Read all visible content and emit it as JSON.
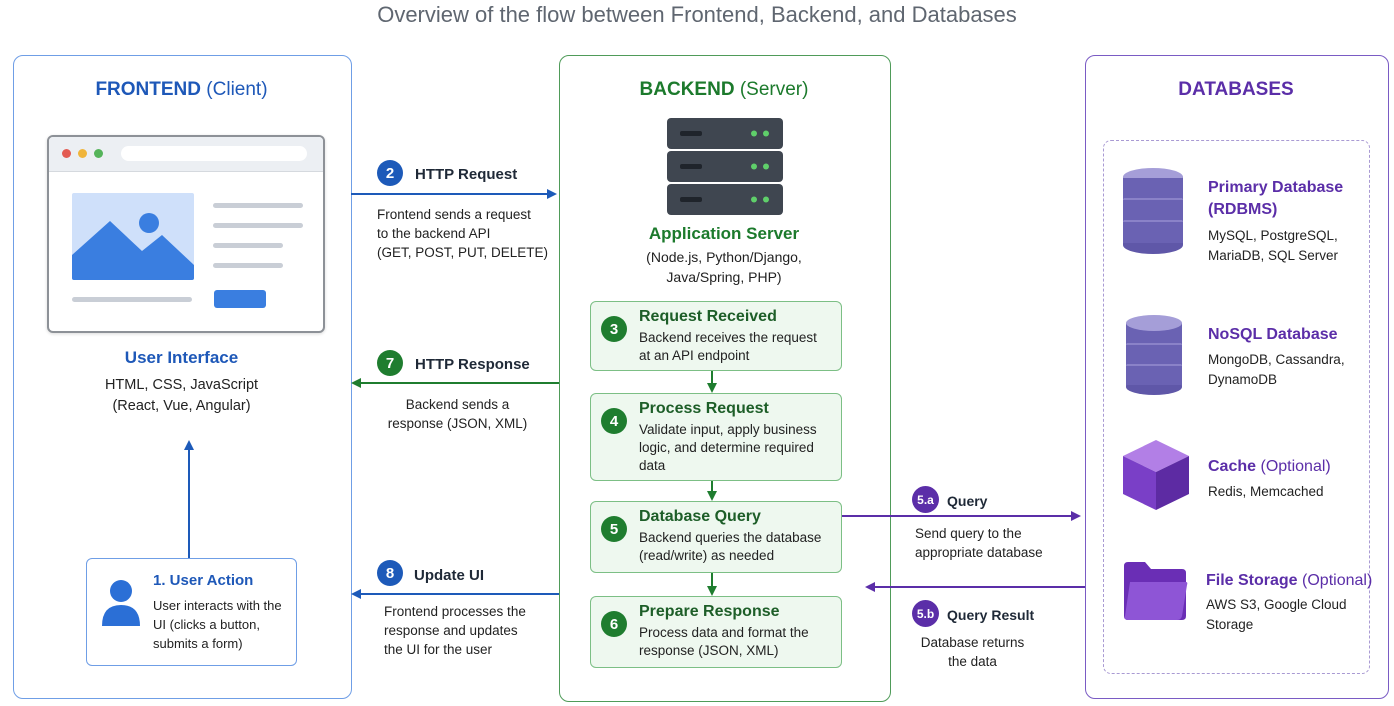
{
  "title": "Overview of the flow between Frontend, Backend, and Databases",
  "frontend": {
    "heading": "FRONTEND",
    "heading_sub": "(Client)",
    "ui_title": "User Interface",
    "ui_tech1": "HTML, CSS, JavaScript",
    "ui_tech2": "(React, Vue, Angular)",
    "action": {
      "title": "1. User Action",
      "lines": [
        "User interacts with the",
        "UI (clicks a button,",
        "submits a form)"
      ]
    }
  },
  "backend": {
    "heading": "BACKEND",
    "heading_sub": "(Server)",
    "server_title": "Application Server",
    "server_tech1": "(Node.js, Python/Django,",
    "server_tech2": "Java/Spring, PHP)",
    "steps": [
      {
        "num": "3",
        "title": "Request Received",
        "lines": [
          "Backend receives the request",
          "at an API endpoint"
        ]
      },
      {
        "num": "4",
        "title": "Process Request",
        "lines": [
          "Validate input, apply business",
          "logic, and determine required",
          "data"
        ]
      },
      {
        "num": "5",
        "title": "Database Query",
        "lines": [
          "Backend queries the database",
          "(read/write) as needed"
        ]
      },
      {
        "num": "6",
        "title": "Prepare Response",
        "lines": [
          "Process data and format the",
          "response (JSON, XML)"
        ]
      }
    ]
  },
  "flows": {
    "http_request": {
      "num": "2",
      "label": "HTTP Request",
      "lines": [
        "Frontend sends a request",
        "to the backend API",
        "(GET, POST, PUT, DELETE)"
      ]
    },
    "http_response": {
      "num": "7",
      "label": "HTTP Response",
      "lines": [
        "Backend sends a",
        "response (JSON, XML)"
      ]
    },
    "update_ui": {
      "num": "8",
      "label": "Update UI",
      "lines": [
        "Frontend processes the",
        "response and updates",
        "the UI for the user"
      ]
    },
    "query": {
      "num": "5.a",
      "label": "Query",
      "lines": [
        "Send query to the",
        "appropriate database"
      ]
    },
    "query_result": {
      "num": "5.b",
      "label": "Query Result",
      "lines": [
        "Database returns",
        "the data"
      ]
    }
  },
  "databases": {
    "heading": "DATABASES",
    "items": [
      {
        "title": "Primary Database",
        "title2": "(RDBMS)",
        "lines": [
          "MySQL, PostgreSQL,",
          "MariaDB, SQL Server"
        ]
      },
      {
        "title": "NoSQL Database",
        "lines": [
          "MongoDB, Cassandra,",
          "DynamoDB"
        ]
      },
      {
        "title": "Cache",
        "title_opt": "(Optional)",
        "lines": [
          "Redis, Memcached"
        ]
      },
      {
        "title": "File Storage",
        "title_opt": "(Optional)",
        "lines": [
          "AWS S3, Google Cloud",
          "Storage"
        ]
      }
    ]
  },
  "colors": {
    "frontend": "#1e58b8",
    "backend": "#1c7a2c",
    "database": "#5b2ea8"
  }
}
